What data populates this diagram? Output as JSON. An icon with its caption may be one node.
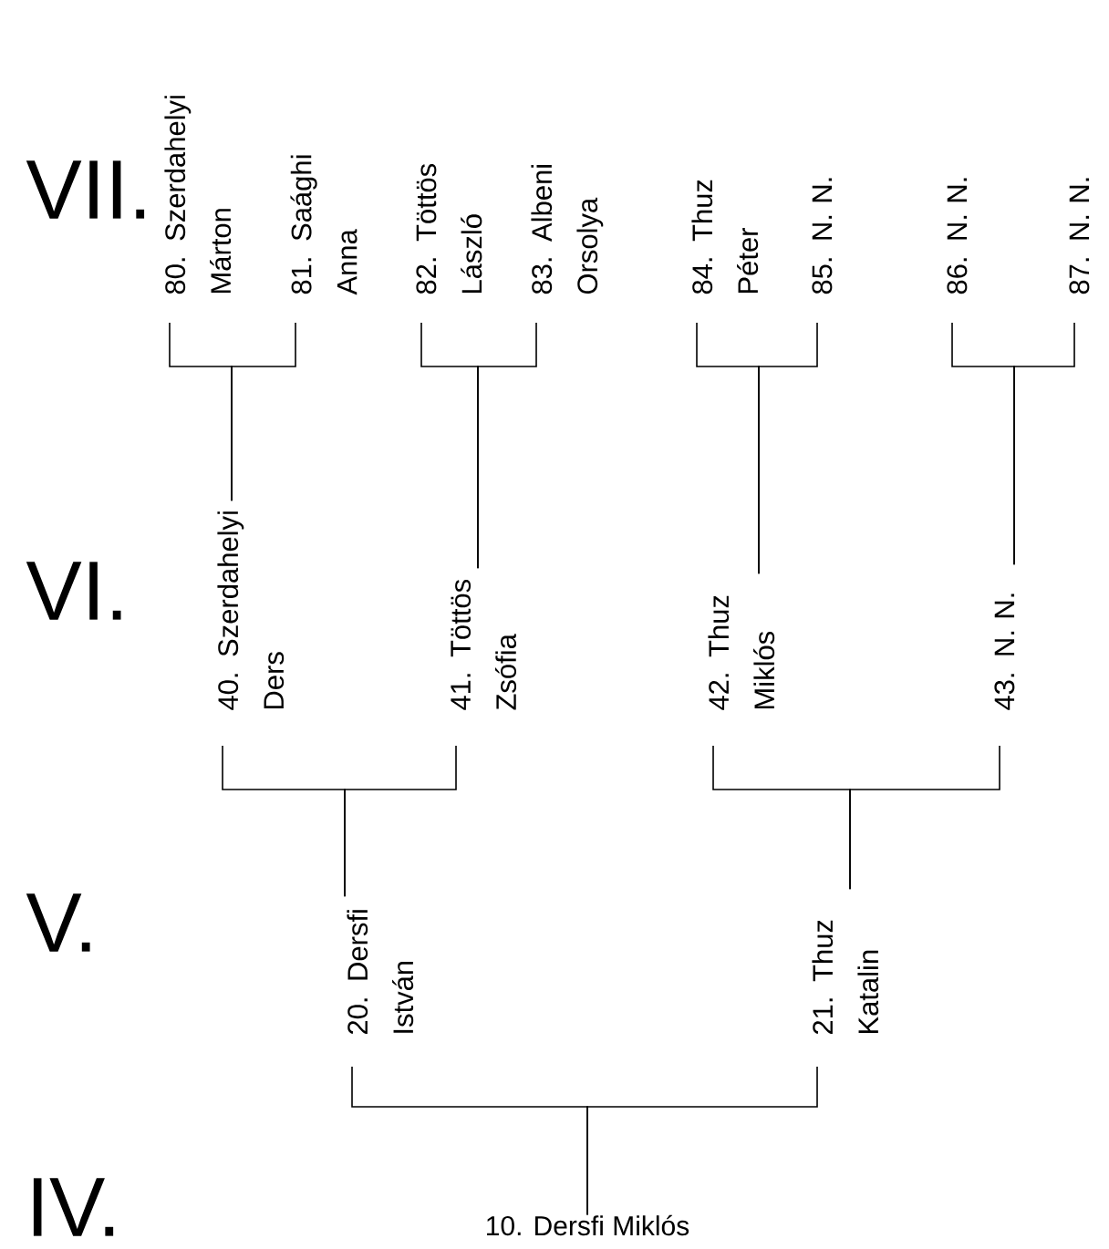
{
  "diagram": {
    "nodes": [
      {
        "text": [
          "80. Szerdahelyi Márton"
        ]
      },
      {
        "text": [
          "81. Saághi Anna"
        ]
      },
      {
        "text": [
          "82. Töttös László"
        ]
      },
      {
        "text": [
          "83. Albeni Orsolya"
        ]
      },
      {
        "text": [
          "84. Thuz Péter"
        ]
      },
      {
        "text": [
          "85. N. N."
        ]
      },
      {
        "text": [
          "86. N. N."
        ]
      },
      {
        "text": [
          "87. N. N."
        ]
      },
      {
        "text": [
          "40. Szerdahelyi Ders"
        ]
      },
      {
        "text": [
          "41. Töttös Zsófia"
        ]
      },
      {
        "text": [
          "42. Thuz Miklós"
        ]
      },
      {
        "text": [
          "43. N. N."
        ]
      },
      {
        "text": [
          "20. Dersfi István"
        ]
      },
      {
        "text": [
          "21. Thuz Katalin"
        ]
      },
      {
        "text": [
          "10. Dersfi Miklós"
        ]
      }
    ],
    "edges": [
      {
        "from": 0,
        "to": 8,
        "arrow": "none"
      },
      {
        "from": 1,
        "to": 8,
        "arrow": "none"
      },
      {
        "from": 2,
        "to": 9,
        "arrow": "none"
      },
      {
        "from": 3,
        "to": 9,
        "arrow": "none"
      },
      {
        "from": 4,
        "to": 10,
        "arrow": "none"
      },
      {
        "from": 5,
        "to": 10,
        "arrow": "none"
      },
      {
        "from": 6,
        "to": 11,
        "arrow": "none"
      },
      {
        "from": 7,
        "to": 11,
        "arrow": "none"
      },
      {
        "from": 8,
        "to": 12,
        "arrow": "none"
      },
      {
        "from": 9,
        "to": 12,
        "arrow": "none"
      },
      {
        "from": 10,
        "to": 13,
        "arrow": "none"
      },
      {
        "from": 11,
        "to": 13,
        "arrow": "none"
      },
      {
        "from": 12,
        "to": 14,
        "arrow": "none"
      },
      {
        "from": 13,
        "to": 14,
        "arrow": "none"
      }
    ],
    "labels": [
      "VII.",
      "VI.",
      "V.",
      "IV."
    ]
  }
}
